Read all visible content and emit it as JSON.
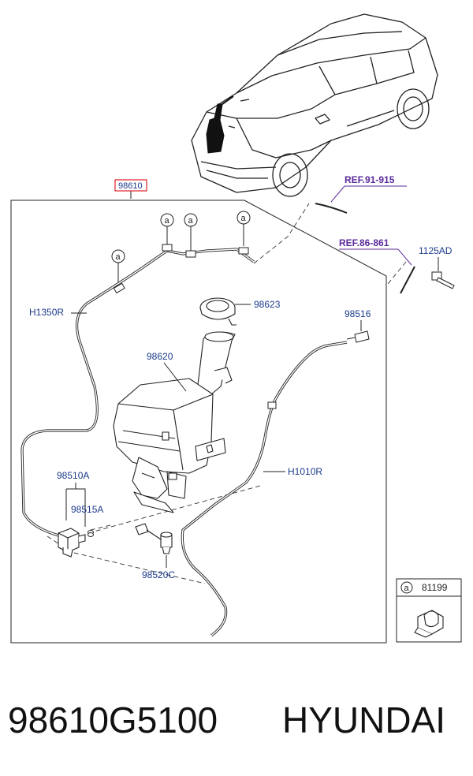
{
  "assembly_label": "98610",
  "parts": {
    "ref_upper": "REF.91-915",
    "ref_lower": "REF.86-861",
    "bolt": "1125AD",
    "hose_left": "H1350R",
    "cap": "98623",
    "nozzle": "98516",
    "reservoir": "98620",
    "pump": "98510A",
    "grommet": "98515A",
    "hose_right": "H1010R",
    "level_sensor": "98520C"
  },
  "callout_letter": "a",
  "legend": {
    "letter": "a",
    "part": "81199"
  },
  "caption": {
    "part_number": "98610G5100",
    "brand": "HYUNDAI"
  },
  "colors": {
    "label": "#1a3a8a",
    "ref": "#5a2a9a",
    "highlight": "#e0202a",
    "line": "#222222"
  }
}
